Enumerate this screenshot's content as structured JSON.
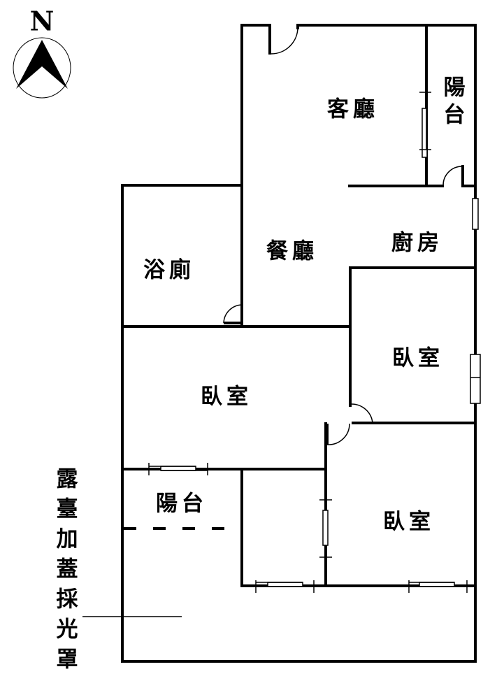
{
  "compass": {
    "label": "N"
  },
  "rooms": {
    "living_room": "客廳",
    "balcony_east": "陽台",
    "dining_room": "餐廳",
    "kitchen": "廚房",
    "bathroom": "浴廁",
    "bedroom_middle": "臥室",
    "bedroom_east": "臥室",
    "bedroom_southeast": "臥室",
    "balcony_south": "陽台"
  },
  "annotation": {
    "terrace_note": "露臺加蓋採光罩"
  }
}
